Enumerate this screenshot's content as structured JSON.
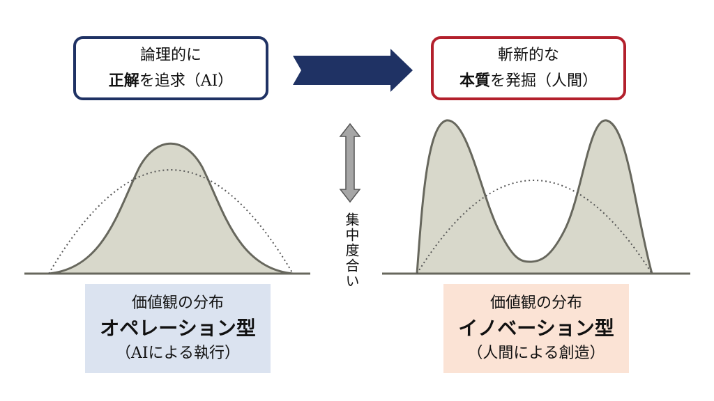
{
  "left_box": {
    "line1": "論理的に",
    "line2_bold": "正解",
    "line2_rest": "を追求（AI）"
  },
  "right_box": {
    "line1": "斬新的な",
    "line2_bold": "本質",
    "line2_rest": "を発掘（人間）"
  },
  "axis_label": "集中度合い",
  "left_label": {
    "line1": "価値観の分布",
    "line2": "オペレーション型",
    "line3": "（AIによる執行）"
  },
  "right_label": {
    "line1": "価値観の分布",
    "line2": "イノベーション型",
    "line3": "（人間による創造）"
  },
  "colors": {
    "navy": "#1f3264",
    "red": "#b3202c",
    "curve_fill": "#d8d8cb",
    "curve_stroke": "#67675d"
  }
}
